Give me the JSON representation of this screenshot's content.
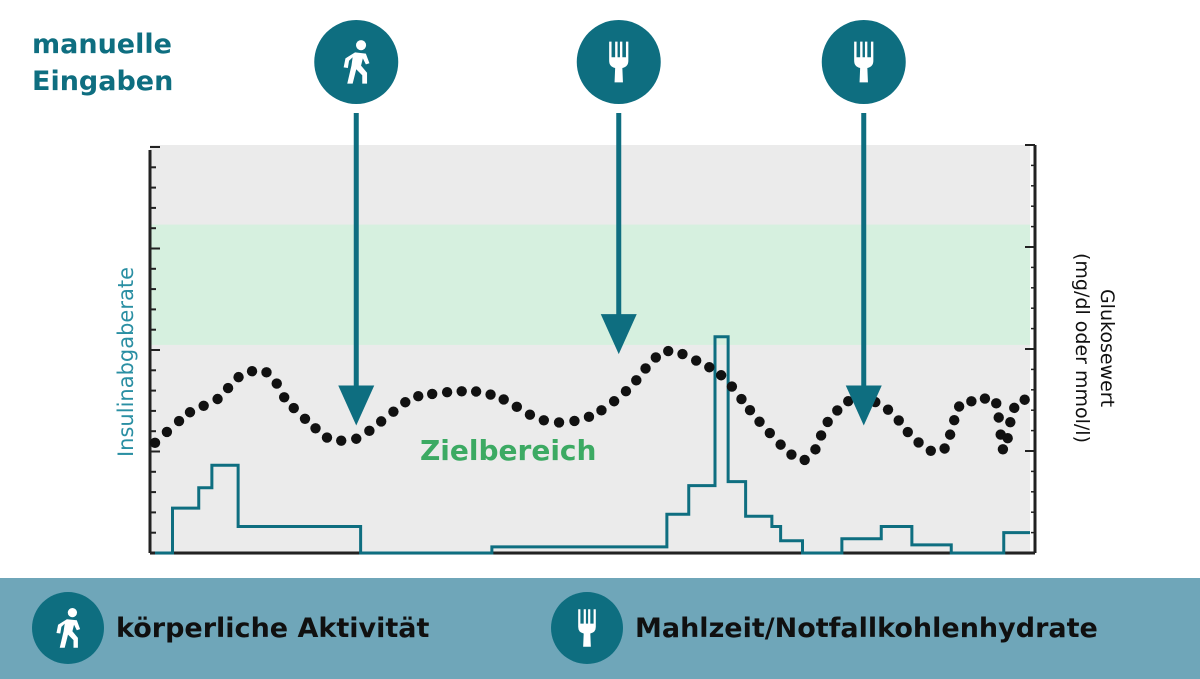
{
  "header": {
    "title_line1": "manuelle",
    "title_line2": "Eingaben"
  },
  "colors": {
    "teal": "#0e6e80",
    "teal_light": "#2a8fa3",
    "target_band": "#d6f0df",
    "target_text": "#3caa63",
    "plot_bg": "#ebebeb",
    "footer_bg": "#6fa6b9"
  },
  "chart_data": {
    "type": "line",
    "grid": false,
    "y_left_label": "Insulinabgaberate",
    "y_right_label_line1": "Glukosewert",
    "y_right_label_line2": "(mg/dl oder mmol/l)",
    "target_range_label": "Zielbereich",
    "target_range": [
      2.04,
      3.22
    ],
    "ylim": [
      0,
      4
    ],
    "xlim": [
      0,
      100
    ],
    "series": [
      {
        "style": "dotted",
        "x": [
          0,
          4,
          7,
          10,
          13,
          15,
          18,
          20,
          23,
          26,
          29,
          31,
          34,
          37,
          40,
          43,
          46,
          50,
          54,
          57,
          59,
          62,
          65,
          68,
          70,
          73,
          75,
          77,
          80,
          83,
          85,
          87,
          90,
          92,
          94,
          96,
          97,
          98,
          99,
          100
        ],
        "y": [
          1.08,
          1.38,
          1.5,
          1.75,
          1.76,
          1.5,
          1.25,
          1.12,
          1.12,
          1.3,
          1.5,
          1.55,
          1.58,
          1.58,
          1.5,
          1.35,
          1.28,
          1.35,
          1.6,
          1.9,
          1.98,
          1.88,
          1.72,
          1.4,
          1.2,
          0.95,
          0.95,
          1.3,
          1.52,
          1.45,
          1.3,
          1.1,
          1.0,
          1.45,
          1.48,
          1.5,
          1.0,
          1.38,
          1.5,
          1.48
        ]
      },
      {
        "style": "step",
        "x": [
          0,
          2,
          5,
          6.5,
          9.5,
          13,
          23.5,
          38.5,
          58.5,
          61,
          64,
          65.5,
          67.5,
          70.5,
          71.5,
          74,
          78.5,
          83,
          86.5,
          91,
          92,
          97,
          100
        ],
        "y": [
          0,
          0.44,
          0.64,
          0.86,
          0.26,
          0.26,
          0,
          0.06,
          0.38,
          0.66,
          2.12,
          0.7,
          0.36,
          0.26,
          0.12,
          0,
          0.14,
          0.26,
          0.08,
          0,
          0,
          0.2,
          0.2
        ]
      }
    ],
    "markers": [
      {
        "type": "activity",
        "icon": "walking-person-icon",
        "x": 23,
        "arrow_to_y": 1.25
      },
      {
        "type": "meal",
        "icon": "fork-icon",
        "x": 53,
        "arrow_to_y": 1.95
      },
      {
        "type": "meal",
        "icon": "fork-icon",
        "x": 81,
        "arrow_to_y": 1.25
      }
    ]
  },
  "legend": [
    {
      "icon": "walking-person-icon",
      "label": "körperliche Aktivität"
    },
    {
      "icon": "fork-icon",
      "label": "Mahlzeit/Notfallkohlenhydrate"
    }
  ]
}
